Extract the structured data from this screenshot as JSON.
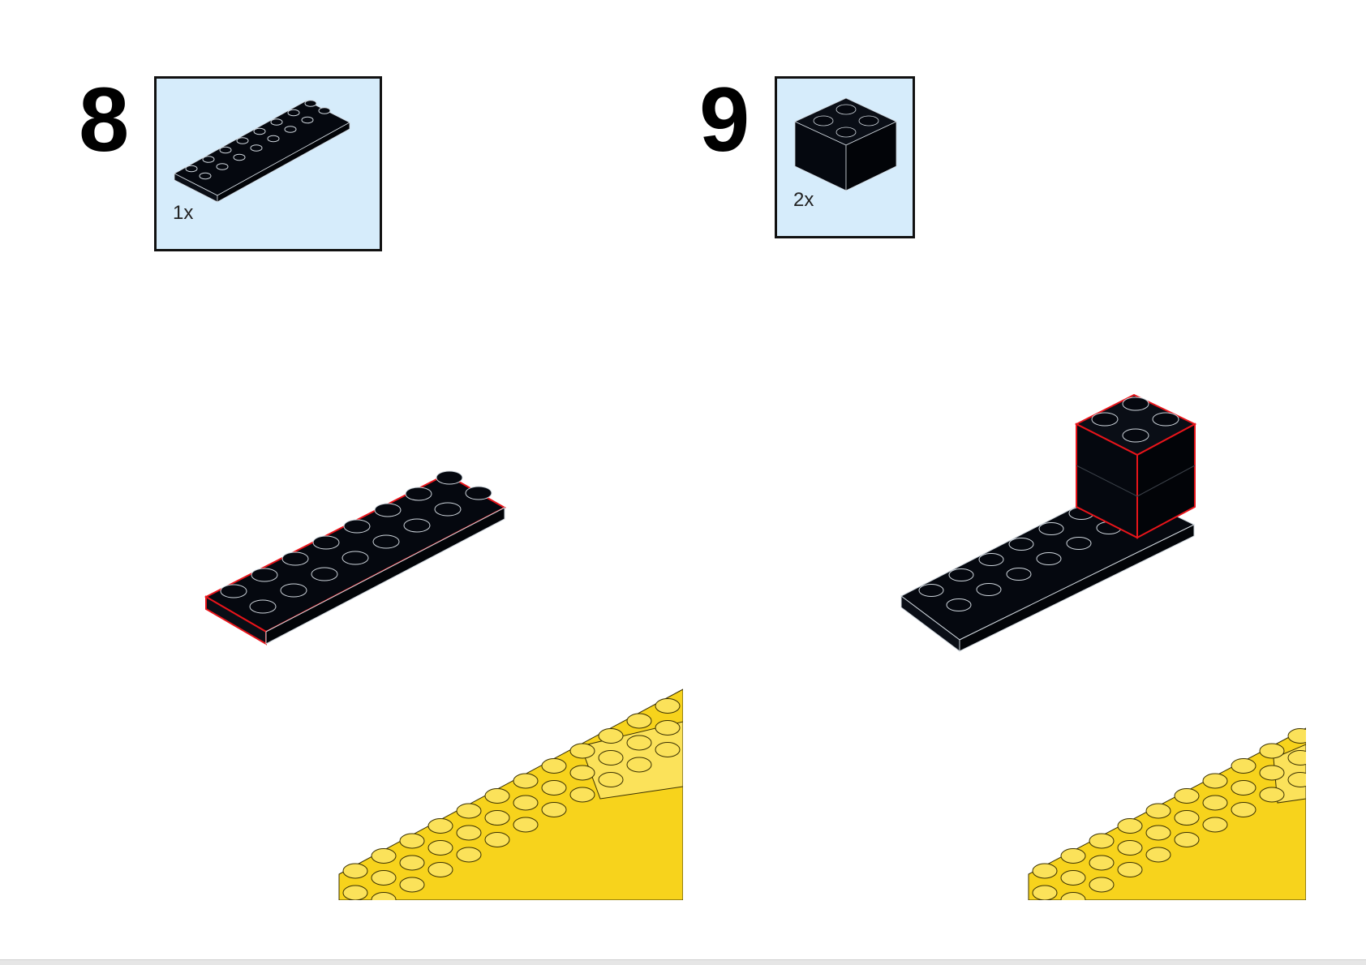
{
  "steps": [
    {
      "number": "8",
      "parts": [
        {
          "quantity": "1x",
          "part": "plate-2x8-black"
        }
      ]
    },
    {
      "number": "9",
      "parts": [
        {
          "quantity": "2x",
          "part": "brick-2x2-black"
        }
      ]
    }
  ],
  "colors": {
    "parts_box_bg": "#d6ecfb",
    "brick_black": "#05080f",
    "highlight_outline": "#e8141a",
    "base_yellow": "#f7d31c"
  }
}
